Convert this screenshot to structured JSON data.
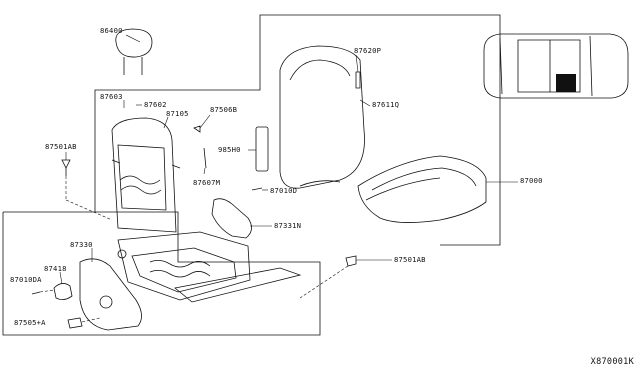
{
  "parts": {
    "p86400": "86400",
    "p87603": "87603",
    "p87602": "87602",
    "p87105": "87105",
    "p87506B": "87506B",
    "p87501AB_top": "87501AB",
    "p87620P": "87620P",
    "p87611Q": "87611Q",
    "p985H0": "985H0",
    "p87607M": "87607M",
    "p87010D": "87010D",
    "p87000": "87000",
    "p87331N": "87331N",
    "p87330": "87330",
    "p87418": "87418",
    "p87010DA": "87010DA",
    "p87501AB_bottom": "87501AB",
    "p87505A": "87505+A"
  },
  "diagram_code": "X870001K"
}
